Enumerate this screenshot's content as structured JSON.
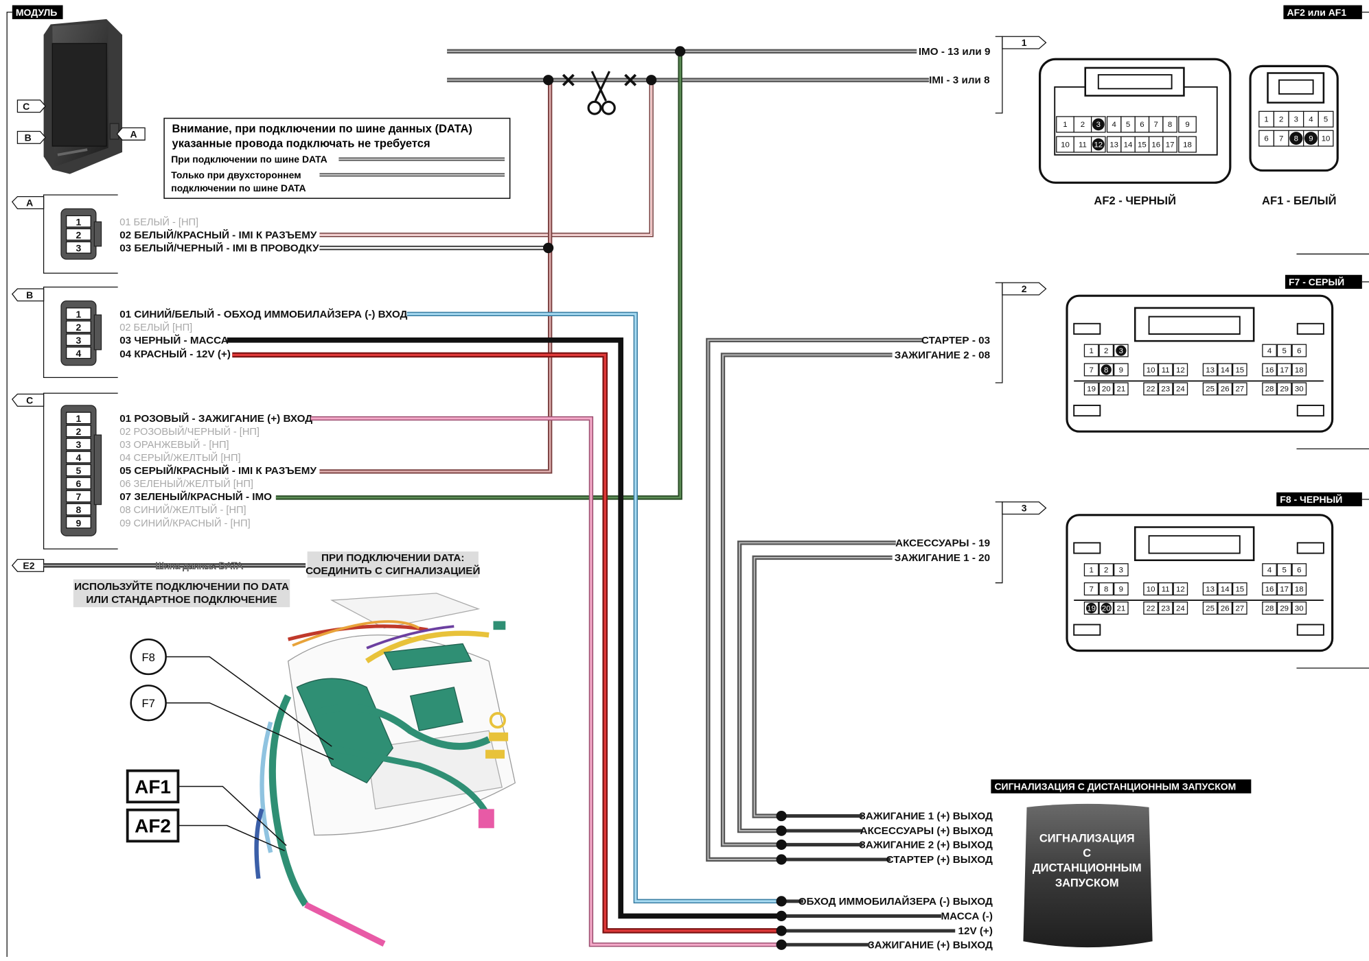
{
  "module": {
    "title": "МОДУЛЬ",
    "sides": [
      "C",
      "B",
      "A"
    ]
  },
  "notice": {
    "line1": "Внимание, при подключении по шине данных (DATA)",
    "line2": "указанные провода подключать не требуется",
    "row1": "При подключении по шине DATA",
    "row2a": "Только при двухстороннем",
    "row2b": "подключении по шине DATA"
  },
  "connectors": {
    "a": {
      "tag": "A",
      "pins": [
        "1",
        "2",
        "3"
      ],
      "wires": [
        {
          "text": "01 БЕЛЫЙ - [НП]",
          "used": false
        },
        {
          "text": "02 БЕЛЫЙ/КРАСНЫЙ - IMI К РАЗЪЕМУ",
          "used": true
        },
        {
          "text": "03 БЕЛЫЙ/ЧЕРНЫЙ - IMI В ПРОВОДКУ",
          "used": true
        }
      ]
    },
    "b": {
      "tag": "B",
      "pins": [
        "1",
        "2",
        "3",
        "4"
      ],
      "wires": [
        {
          "text": "01 СИНИЙ/БЕЛЫЙ - ОБХОД ИММОБИЛАЙЗЕРА (-) ВХОД",
          "used": true
        },
        {
          "text": "02 БЕЛЫЙ [НП]",
          "used": false
        },
        {
          "text": "03 ЧЕРНЫЙ - МАССА",
          "used": true
        },
        {
          "text": "04 КРАСНЫЙ - 12V (+)",
          "used": true
        }
      ]
    },
    "c": {
      "tag": "C",
      "pins": [
        "1",
        "2",
        "3",
        "4",
        "5",
        "6",
        "7",
        "8",
        "9"
      ],
      "wires": [
        {
          "text": "01 РОЗОВЫЙ - ЗАЖИГАНИЕ (+) ВХОД",
          "used": true
        },
        {
          "text": "02 РОЗОВЫЙ/ЧЕРНЫЙ - [НП]",
          "used": false
        },
        {
          "text": "03 ОРАНЖЕВЫЙ - [НП]",
          "used": false
        },
        {
          "text": "04 СЕРЫЙ/ЖЕЛТЫЙ [НП]",
          "used": false
        },
        {
          "text": "05 СЕРЫЙ/КРАСНЫЙ - IMI К РАЗЪЕМУ",
          "used": true
        },
        {
          "text": "06 ЗЕЛЕНЫЙ/ЖЕЛТЫЙ [НП]",
          "used": false
        },
        {
          "text": "07 ЗЕЛЕНЫЙ/КРАСНЫЙ - IMO",
          "used": true
        },
        {
          "text": "08 СИНИЙ/ЖЕЛТЫЙ - [НП]",
          "used": false
        },
        {
          "text": "09 СИНИЙ/КРАСНЫЙ - [НП]",
          "used": false
        }
      ]
    },
    "e2": {
      "tag": "E2",
      "bus_label": "Шина данных DATA",
      "note1a": "ПРИ ПОДКЛЮЧЕНИИ DATA:",
      "note1b": "СОЕДИНИТЬ С СИГНАЛИЗАЦИЕЙ",
      "note2a": "ИСПОЛЬЗУЙТЕ  ПОДКЛЮЧЕНИИ ПО DATA",
      "note2b": "ИЛИ  СТАНДАРТНОЕ ПОДКЛЮЧЕНИЕ"
    }
  },
  "car_lines": {
    "imo": "IMO - 13 или 9",
    "imi": "IMI - 3 или 8",
    "starter": "СТАРТЕР - 03",
    "ign2": "ЗАЖИГАНИЕ 2 - 08",
    "acc": "АКСЕССУАРЫ - 19",
    "ign1": "ЗАЖИГАНИЕ 1 - 20"
  },
  "groups": [
    "1",
    "2",
    "3"
  ],
  "plugs": {
    "af_title": "AF2 или AF1",
    "af2_caption": "AF2 - ЧЕРНЫЙ",
    "af1_caption": "AF1 - БЕЛЫЙ",
    "f7_title": "F7 - СЕРЫЙ",
    "f8_title": "F8 - ЧЕРНЫЙ",
    "af2_pins": [
      "1",
      "2",
      "3",
      "4",
      "5",
      "6",
      "7",
      "8",
      "9",
      "10",
      "11",
      "12",
      "13",
      "14",
      "15",
      "16",
      "17",
      "18"
    ],
    "af1_pins": [
      "1",
      "2",
      "3",
      "4",
      "5",
      "6",
      "7",
      "8",
      "9",
      "10"
    ],
    "f_pins": [
      "1",
      "2",
      "3",
      "4",
      "5",
      "6",
      "7",
      "8",
      "9",
      "10",
      "11",
      "12",
      "13",
      "14",
      "15",
      "16",
      "17",
      "18",
      "19",
      "20",
      "21",
      "22",
      "23",
      "24",
      "25",
      "26",
      "27",
      "28",
      "29",
      "30"
    ]
  },
  "callouts": [
    "F8",
    "F7",
    "AF1",
    "AF2"
  ],
  "alarm": {
    "title": "СИГНАЛИЗАЦИЯ С ДИСТАНЦИОННЫМ ЗАПУСКОМ",
    "box": [
      "СИГНАЛИЗАЦИЯ",
      "С",
      "ДИСТАНЦИОННЫМ",
      "ЗАПУСКОМ"
    ],
    "outputs": [
      "ЗАЖИГАНИЕ 1 (+) ВЫХОД",
      "АКСЕССУАРЫ (+) ВЫХОД",
      "ЗАЖИГАНИЕ 2 (+) ВЫХОД",
      "СТАРТЕР (+) ВЫХОД",
      "ОБХОД ИММОБИЛАЙЗЕРА (-) ВЫХОД",
      "МАССА (-)",
      "12V (+)",
      "ЗАЖИГАНИЕ (+) ВЫХОД"
    ]
  },
  "colors": {
    "gray": "#6d6d6d",
    "blue": "#8fcbe8",
    "black": "#111111",
    "red": "#d02a2a",
    "pink": "#e58fb6",
    "green": "#3e6e3a",
    "harness": "#2f8f74"
  }
}
